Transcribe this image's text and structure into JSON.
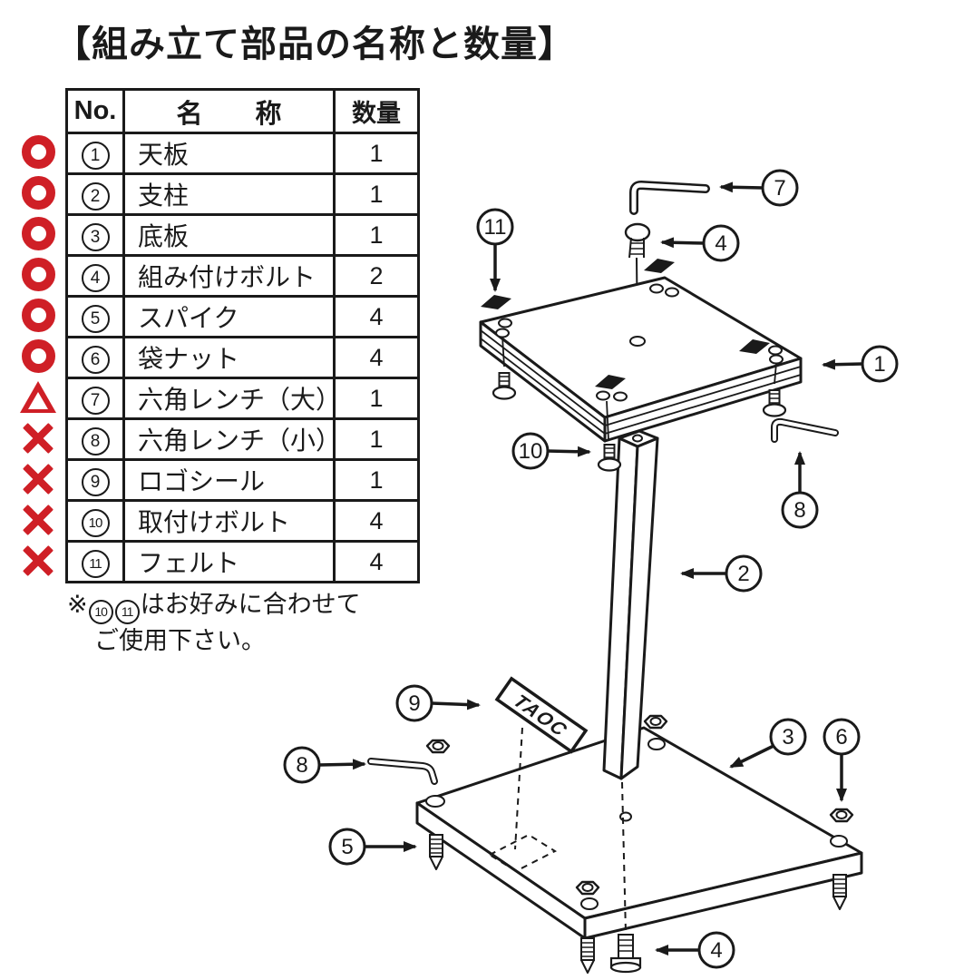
{
  "title": "【組み立て部品の名称と数量】",
  "table": {
    "headers": {
      "no": "No.",
      "name": "名　　称",
      "qty": "数量"
    },
    "rows": [
      {
        "no": "1",
        "name": "天板",
        "qty": "1",
        "mark": "circle"
      },
      {
        "no": "2",
        "name": "支柱",
        "qty": "1",
        "mark": "circle"
      },
      {
        "no": "3",
        "name": "底板",
        "qty": "1",
        "mark": "circle"
      },
      {
        "no": "4",
        "name": "組み付けボルト",
        "qty": "2",
        "mark": "circle"
      },
      {
        "no": "5",
        "name": "スパイク",
        "qty": "4",
        "mark": "circle"
      },
      {
        "no": "6",
        "name": "袋ナット",
        "qty": "4",
        "mark": "circle"
      },
      {
        "no": "7",
        "name": "六角レンチ（大）",
        "qty": "1",
        "mark": "triangle"
      },
      {
        "no": "8",
        "name": "六角レンチ（小）",
        "qty": "1",
        "mark": "cross"
      },
      {
        "no": "9",
        "name": "ロゴシール",
        "qty": "1",
        "mark": "cross"
      },
      {
        "no": "10",
        "name": "取付けボルト",
        "qty": "4",
        "mark": "cross"
      },
      {
        "no": "11",
        "name": "フェルト",
        "qty": "4",
        "mark": "cross"
      }
    ]
  },
  "note": {
    "mark": "※",
    "num1": "10",
    "num2": "11",
    "tail1": "はお好みに合わせて",
    "tail2": "ご使用下さい。"
  },
  "diagram": {
    "logo_text": "TAOC",
    "callouts": {
      "top_wrench": "7",
      "top_bolt": "4",
      "felt": "11",
      "top_plate": "1",
      "mount_bolt": "10",
      "small_wrench_right": "8",
      "pillar": "2",
      "logo": "9",
      "small_wrench_left": "8",
      "bottom_plate": "3",
      "cap_nut": "6",
      "spike": "5",
      "bottom_bolt": "4"
    }
  },
  "colors": {
    "mark_red": "#cf1f26",
    "ink": "#1a1a1a",
    "background": "#ffffff"
  }
}
